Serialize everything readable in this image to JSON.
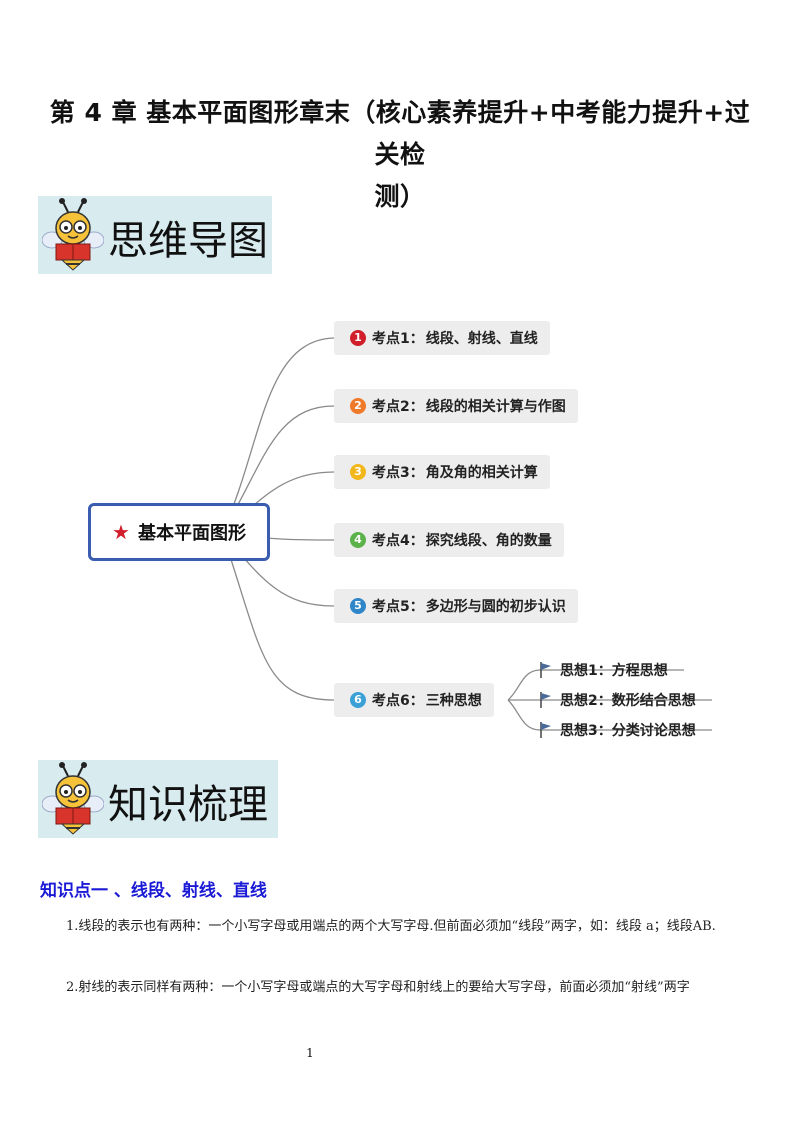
{
  "title": {
    "line1": "第 4 章  基本平面图形章末（核心素养提升+中考能力提升+过关检",
    "line2": "测）"
  },
  "banner_mindmap": {
    "label": "思维导图"
  },
  "banner_knowledge": {
    "label": "知识梳理"
  },
  "mindmap": {
    "root": "基本平面图形",
    "nodes": [
      {
        "num": "1",
        "color": "#d01e2a",
        "name": "考点1：",
        "text": "线段、射线、直线"
      },
      {
        "num": "2",
        "color": "#ef7a2a",
        "name": "考点2：",
        "text": "线段的相关计算与作图"
      },
      {
        "num": "3",
        "color": "#f2b71b",
        "name": "考点3：",
        "text": "角及角的相关计算"
      },
      {
        "num": "4",
        "color": "#5bb24a",
        "name": "考点4：",
        "text": "探究线段、角的数量"
      },
      {
        "num": "5",
        "color": "#2f86c9",
        "name": "考点5：",
        "text": "多边形与圆的初步认识"
      },
      {
        "num": "6",
        "color": "#3ba0d6",
        "name": "考点6：",
        "text": "三种思想"
      }
    ],
    "subs": [
      {
        "name": "思想1：",
        "text": "方程思想"
      },
      {
        "name": "思想2：",
        "text": "数形结合思想"
      },
      {
        "name": "思想3：",
        "text": "分类讨论思想"
      }
    ]
  },
  "section": {
    "heading": "知识点一 、线段、射线、直线"
  },
  "paragraphs": [
    "1.线段的表示也有两种：一个小写字母或用端点的两个大写字母.但前面必须加“线段”两字，如：线段 a；线段AB.",
    "2.射线的表示同样有两种：一个小写字母或端点的大写字母和射线上的要给大写字母，前面必须加“射线”两字"
  ],
  "page_number": "1"
}
